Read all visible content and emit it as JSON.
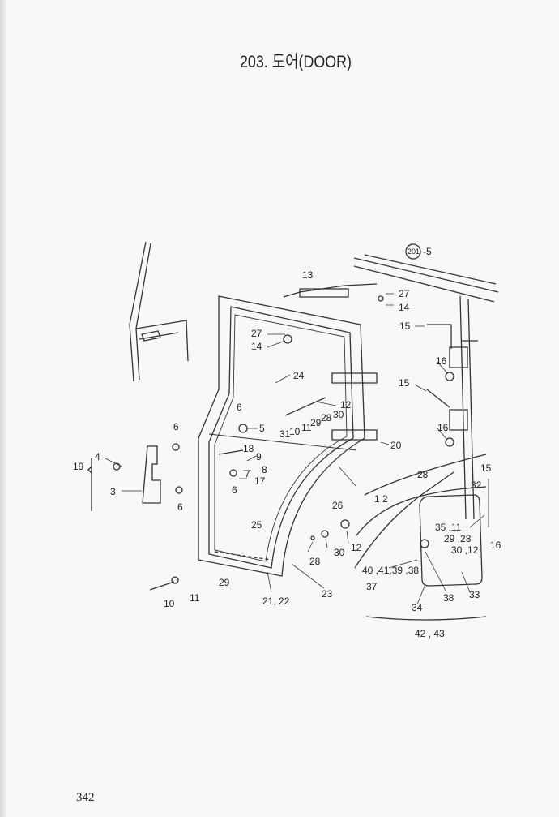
{
  "title": "203. 도어(DOOR)",
  "page_number": "342",
  "reference": {
    "circle": "201",
    "suffix": "-5"
  },
  "callouts": {
    "c13": "13",
    "c27a": "27",
    "c14a": "14",
    "c27b": "27",
    "c14b": "14",
    "c15a": "15",
    "c16a": "16",
    "c15b": "15",
    "c16b": "16",
    "c24": "24",
    "c12a": "12",
    "c30a": "30",
    "c28a": "28",
    "c29a": "29",
    "c11a": "11",
    "c10a": "10",
    "c31": "31",
    "c6a": "6",
    "c5": "5",
    "c18": "18",
    "c9": "9",
    "c8": "8",
    "c7": "7",
    "c17": "17",
    "c6b": "6",
    "c20": "20",
    "c19": "19",
    "c4": "4",
    "c3": "3",
    "c6c": "6",
    "c6d": "6",
    "c1_2": "1  2",
    "c26": "26",
    "c25": "25",
    "c12b": "12",
    "c30b": "30",
    "c28b": "28",
    "c29b": "29",
    "c11b": "11",
    "c10b": "10",
    "c23": "23",
    "c21_22": "21, 22",
    "c28c": "28",
    "c15c": "15",
    "c32": "32",
    "c16c": "16",
    "c35_11": "35 ,11",
    "c29_28": "29 ,28",
    "c30_12": "30 ,12",
    "c40": "40 ,41,39 ,38",
    "c37": "37",
    "c34": "34",
    "c38": "38",
    "c33": "33",
    "c42_43": "42 , 43"
  }
}
